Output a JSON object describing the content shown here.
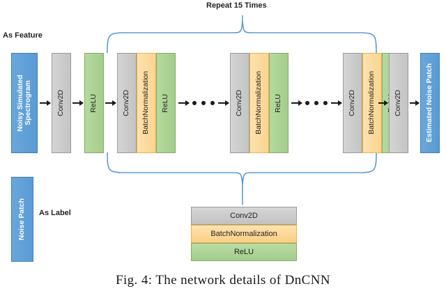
{
  "figure": {
    "caption": "Fig. 4: The network details of DnCNN",
    "repeat_label": "Repeat 15 Times",
    "as_feature_label": "As Feature",
    "as_label_label": "As Label"
  },
  "colors": {
    "blue": "#5A9BD5",
    "gray": "#C4C4C4",
    "yellow": "#FCD491",
    "green": "#A3CD89",
    "brace": "#5B9BD5",
    "arrow": "#1A1A1A"
  },
  "pipeline": {
    "input_block": {
      "label": "Noisy Simulated Spectrogram",
      "type": "blue"
    },
    "label_block": {
      "label": "Noise Patch",
      "type": "blue"
    },
    "output_block": {
      "label": "Estimated Noise Patch",
      "type": "blue"
    },
    "head": [
      {
        "label": "Conv2D",
        "type": "gray"
      },
      {
        "label": "ReLU",
        "type": "green"
      }
    ],
    "repeat_unit_1": [
      {
        "label": "Conv2D",
        "type": "gray"
      },
      {
        "label": "BatchNormalization",
        "type": "yellow"
      },
      {
        "label": "ReLU",
        "type": "green"
      }
    ],
    "repeat_unit_2": [
      {
        "label": "Conv2D",
        "type": "gray"
      },
      {
        "label": "BatchNormalization",
        "type": "yellow"
      },
      {
        "label": "ReLU",
        "type": "green"
      }
    ],
    "repeat_unit_3": [
      {
        "label": "Conv2D",
        "type": "gray"
      },
      {
        "label": "BatchNormalization",
        "type": "yellow"
      },
      {
        "label": "ReLU",
        "type": "green"
      }
    ],
    "tail": [
      {
        "label": "Conv2D",
        "type": "gray"
      }
    ],
    "ellipsis_symbol": "• • •"
  },
  "legend": {
    "rows": [
      {
        "label": "Conv2D",
        "type": "gray"
      },
      {
        "label": "BatchNormalization",
        "type": "yellow"
      },
      {
        "label": "ReLU",
        "type": "green"
      }
    ]
  }
}
